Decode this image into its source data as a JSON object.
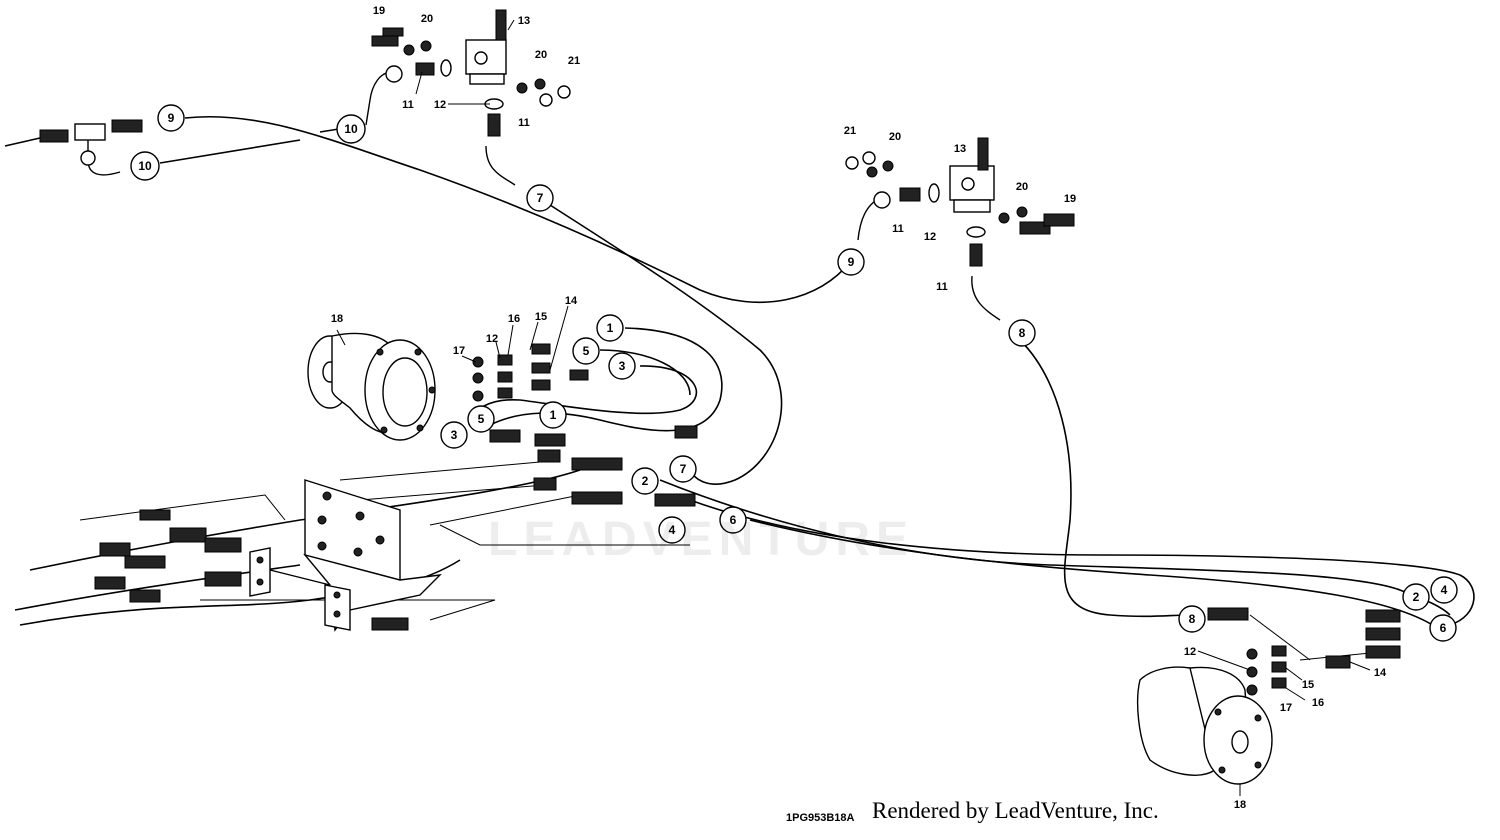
{
  "diagram": {
    "figure_id": "1PG953B18A",
    "credit": "Rendered by LeadVenture, Inc.",
    "watermark": "LEADVENTURE",
    "circled": [
      "1",
      "1",
      "2",
      "2",
      "3",
      "3",
      "4",
      "4",
      "5",
      "5",
      "6",
      "6",
      "7",
      "7",
      "8",
      "8",
      "9",
      "9",
      "10",
      "10"
    ],
    "labels": [
      "11",
      "11",
      "11",
      "11",
      "12",
      "12",
      "12",
      "12",
      "13",
      "13",
      "14",
      "14",
      "15",
      "15",
      "16",
      "16",
      "17",
      "17",
      "18",
      "18",
      "19",
      "19",
      "20",
      "20",
      "20",
      "20",
      "21",
      "21"
    ]
  }
}
